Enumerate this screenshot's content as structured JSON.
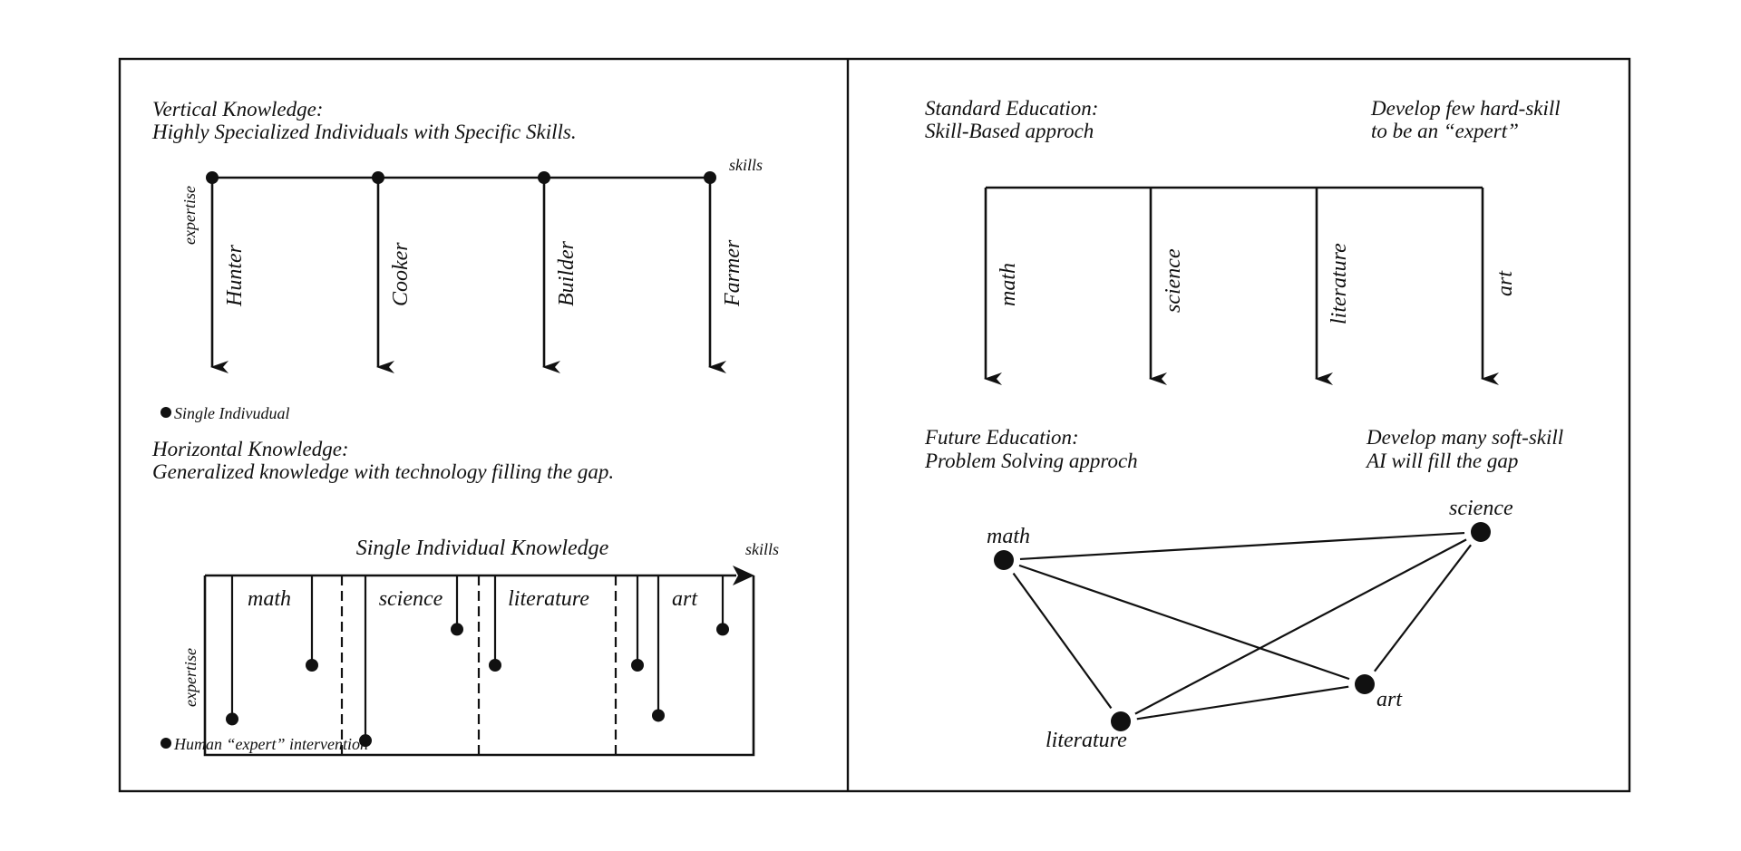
{
  "colors": {
    "ink": "#111111",
    "background": "#ffffff"
  },
  "left_panel": {
    "vertical": {
      "title_line1": "Vertical Knowledge:",
      "title_line2": "Highly Specialized Individuals with Specific Skills.",
      "x_axis_label": "skills",
      "y_axis_label": "expertise",
      "individuals": [
        {
          "label": "Hunter"
        },
        {
          "label": "Cooker"
        },
        {
          "label": "Builder"
        },
        {
          "label": "Farmer"
        }
      ],
      "legend": "Single Indivudual"
    },
    "horizontal": {
      "title_line1": "Horizontal Knowledge:",
      "title_line2": "Generalized knowledge with technology filling the gap.",
      "box_title": "Single Individual Knowledge",
      "x_axis_label": "skills",
      "y_axis_label": "expertise",
      "sections": [
        {
          "label": "math"
        },
        {
          "label": "science"
        },
        {
          "label": "literature"
        },
        {
          "label": "art"
        }
      ],
      "interventions": [
        {
          "section": "math",
          "depth": 0.8
        },
        {
          "section": "math",
          "depth": 0.5
        },
        {
          "section": "science",
          "depth": 0.92
        },
        {
          "section": "science",
          "depth": 0.3
        },
        {
          "section": "literature",
          "depth": 0.5
        },
        {
          "section": "art",
          "depth": 0.5
        },
        {
          "section": "art",
          "depth": 0.78
        },
        {
          "section": "art",
          "depth": 0.3
        }
      ],
      "legend": "Human “expert” intervention"
    }
  },
  "right_panel": {
    "standard": {
      "title_line1": "Standard Education:",
      "title_line2": "Skill-Based approch",
      "note_line1": "Develop few hard-skill",
      "note_line2": "to be an “expert”",
      "subjects": [
        {
          "label": "math"
        },
        {
          "label": "science"
        },
        {
          "label": "literature"
        },
        {
          "label": "art"
        }
      ]
    },
    "future": {
      "title_line1": "Future Education:",
      "title_line2": "Problem Solving approch",
      "note_line1": "Develop many soft-skill",
      "note_line2": "AI will fill the gap",
      "nodes": [
        {
          "id": "math",
          "label": "math"
        },
        {
          "id": "science",
          "label": "science"
        },
        {
          "id": "art",
          "label": "art"
        },
        {
          "id": "literature",
          "label": "literature"
        }
      ],
      "edges": [
        [
          "math",
          "science"
        ],
        [
          "math",
          "art"
        ],
        [
          "math",
          "literature"
        ],
        [
          "science",
          "literature"
        ],
        [
          "science",
          "art"
        ],
        [
          "literature",
          "art"
        ]
      ]
    }
  }
}
